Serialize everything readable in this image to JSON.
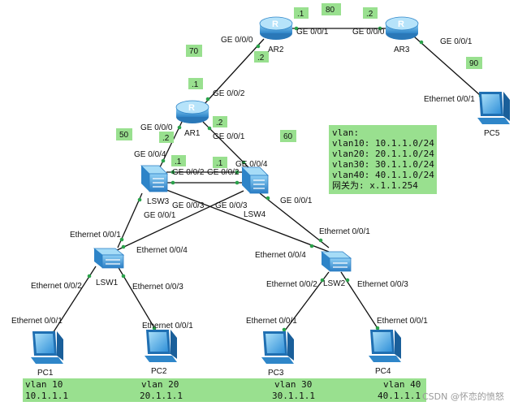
{
  "colors": {
    "label_bg": "#99e08f",
    "link": "#111111",
    "port_dot": "#2aa24a",
    "router": "#4aa7e0",
    "switch": "#3a8fd6",
    "pc": "#3fa2e6"
  },
  "devices": {
    "ar2": "AR2",
    "ar3": "AR3",
    "ar1": "AR1",
    "lsw3": "LSW3",
    "lsw4": "LSW4",
    "lsw1": "LSW1",
    "lsw2": "LSW2",
    "pc1": "PC1",
    "pc2": "PC2",
    "pc3": "PC3",
    "pc4": "PC4",
    "pc5": "PC5"
  },
  "icons": {
    "router": "router-icon",
    "switch": "switch-icon",
    "pc": "pc-icon"
  },
  "networks": {
    "n80": "80",
    "n70": "70",
    "n90": "90",
    "n50": "50",
    "n60": "60"
  },
  "addresses": {
    "ar2_ar3_a": ".1",
    "ar2_ar3_b": ".2",
    "ar2_ar1_a": ".2",
    "ar2_ar1_b": ".1",
    "ar1_lsw3_a": ".2",
    "ar1_lsw3_b": ".1",
    "ar1_lsw4_a": ".2",
    "ar1_lsw4_b": ".1"
  },
  "ports": {
    "ar2_ge001": "GE 0/0/1",
    "ar3_ge000": "GE 0/0/0",
    "ar2_ge000": "GE 0/0/0",
    "ar3_ge001": "GE 0/0/1",
    "pc5_eth": "Ethernet 0/0/1",
    "ar1_ge002": "GE 0/0/2",
    "ar1_ge000": "GE 0/0/0",
    "ar1_ge001": "GE 0/0/1",
    "lsw3_ge004": "GE 0/0/4",
    "lsw3_ge002": "GE 0/0/2",
    "lsw3_ge003": "GE 0/0/3",
    "lsw3_ge001": "GE 0/0/1",
    "lsw4_ge004": "GE 0/0/4",
    "lsw4_ge002": "GE 0/0/2",
    "lsw4_ge003": "GE 0/0/3",
    "lsw4_ge001": "GE 0/0/1",
    "lsw1_e001": "Ethernet 0/0/1",
    "lsw1_e004": "Ethernet 0/0/4",
    "lsw1_e002": "Ethernet 0/0/2",
    "lsw1_e003": "Ethernet 0/0/3",
    "lsw2_e001": "Ethernet 0/0/1",
    "lsw2_e004": "Ethernet 0/0/4",
    "lsw2_e002": "Ethernet 0/0/2",
    "lsw2_e003": "Ethernet 0/0/3",
    "pc1_eth": "Ethernet 0/0/1",
    "pc2_eth": "Ethernet 0/0/1",
    "pc3_eth": "Ethernet 0/0/1",
    "pc4_eth": "Ethernet 0/0/1"
  },
  "vlan_box": [
    "vlan:",
    "vlan10: 10.1.1.0/24",
    "vlan20: 20.1.1.0/24",
    "vlan30: 30.1.1.0/24",
    "vlan40: 40.1.1.0/24",
    "网关为: x.1.1.254"
  ],
  "vlan_strip": {
    "pc1_vlan": "vlan 10",
    "pc1_ip": "10.1.1.1",
    "pc2_vlan": "vlan 20",
    "pc2_ip": "20.1.1.1",
    "pc3_vlan": "vlan 30",
    "pc3_ip": "30.1.1.1",
    "pc4_vlan": "vlan 40",
    "pc4_ip": "40.1.1.1"
  },
  "watermark": "CSDN @怀恋的愤怒"
}
